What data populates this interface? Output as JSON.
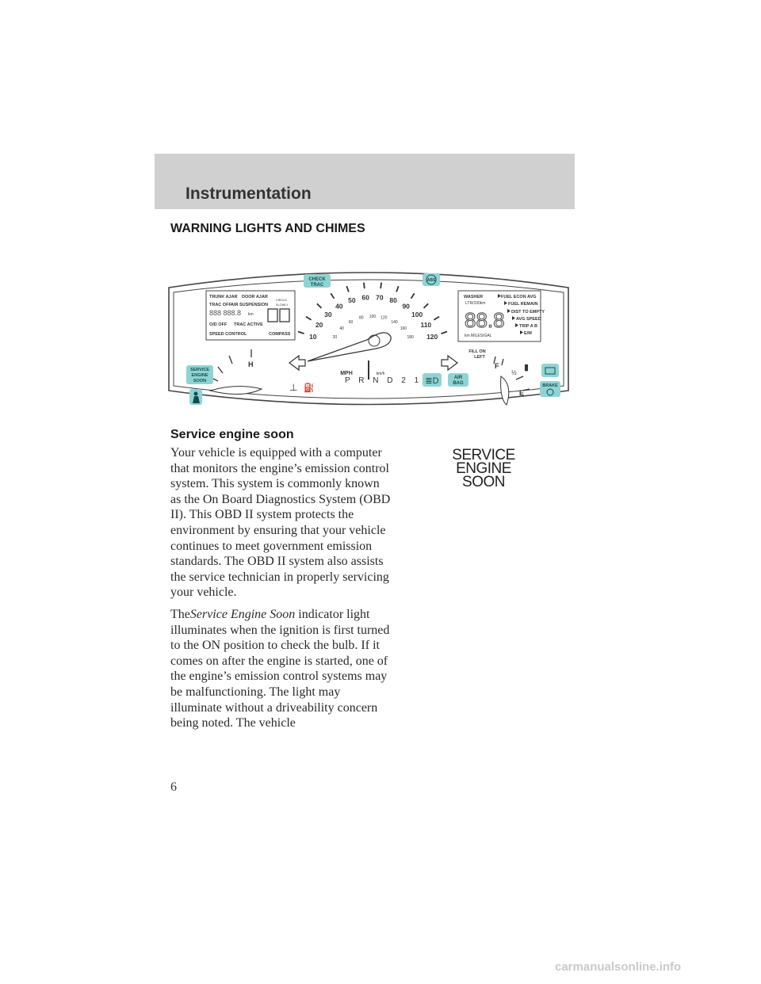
{
  "header": {
    "title": "Instrumentation"
  },
  "section": {
    "title": "WARNING LIGHTS AND CHIMES"
  },
  "cluster": {
    "speed_mph": [
      "10",
      "20",
      "30",
      "40",
      "50",
      "60",
      "70",
      "80",
      "90",
      "100",
      "110",
      "120"
    ],
    "speed_kmh": [
      "20",
      "40",
      "60",
      "80",
      "100",
      "120",
      "140",
      "160",
      "180"
    ],
    "mph_label": "MPH",
    "kmh_label": "km/h",
    "gear_indicator": "P R N D 2 1",
    "check_trac": [
      "CHECK",
      "TRAC"
    ],
    "abs": "ABS",
    "left_display": {
      "trunk_ajar": "TRUNK AJAR",
      "door_ajar": "DOOR AJAR",
      "trac_off": "TRAC OFF",
      "air_suspension": "AIR SUSPENSION",
      "circle": "CIRCLE",
      "slowly": "SLOWLY",
      "odometer": "888 888.8",
      "km": "km",
      "od_off": "O/D OFF",
      "trac_active": "TRAC ACTIVE",
      "speed_control": "SPEED CONTROL",
      "compass": "COMPASS"
    },
    "right_display": {
      "washer": "WASHER",
      "ltr_100km": "LTR/100km",
      "fuel_econ_avg": "FUEL ECON AVG",
      "fuel_remain": "FUEL REMAIN",
      "dist_to_empty": "DIST TO EMPTY",
      "avg_speed": "AVG SPEED",
      "trip_ab": "TRIP A B",
      "em": "E/M",
      "digits": "88.8",
      "km_miles_gal": "km  MILES/GAL"
    },
    "fill_on_left": [
      "FILL ON",
      "LEFT"
    ],
    "fuel_f": "F",
    "fuel_half": "½",
    "fuel_e": "E",
    "temp_h": "H",
    "service_engine_soon": [
      "SERVICE",
      "ENGINE",
      "SOON"
    ],
    "air_bag": [
      "AIR",
      "BAG"
    ],
    "brake": "BRAKE",
    "icon_color": "#8fd4d4"
  },
  "subsection": {
    "title": "Service engine soon"
  },
  "paragraph1": "Your vehicle is equipped with a computer that monitors the engine’s emission control system. This system is commonly known as the On Board Diagnostics System (OBD II). This OBD II system protects the environment by ensuring that your vehicle continues to meet government emission standards. The OBD II system also assists the service technician in properly servicing your vehicle.",
  "paragraph2": {
    "prefix": "The",
    "italic": "Service Engine Soon",
    "rest": "indicator light illuminates when the ignition is first turned to the ON position to check the bulb. If it comes on after the engine is started, one of the engine’s emission control systems may be malfunctioning. The light may illuminate without a driveability concern being noted. The vehicle"
  },
  "ses_symbol": [
    "SERVICE",
    "ENGINE",
    "SOON"
  ],
  "page_number": "6",
  "watermark": "carmanualsonline.info"
}
